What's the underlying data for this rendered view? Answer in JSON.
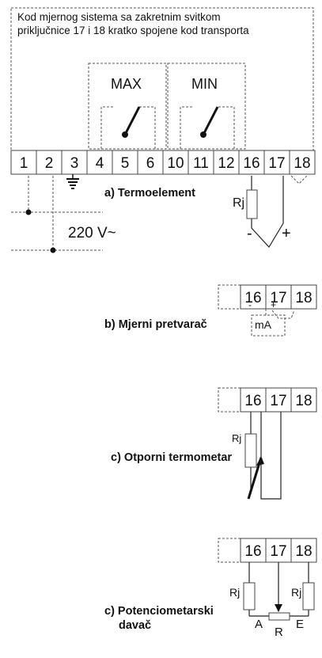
{
  "header": {
    "line1": "Kod mjernog sistema sa zakretnim svitkom",
    "line2": "priključnice 17 i 18 kratko spojene kod transporta"
  },
  "relays": {
    "max": "MAX",
    "min": "MIN"
  },
  "terminals_main": [
    "1",
    "2",
    "3",
    "4",
    "5",
    "6",
    "10",
    "11",
    "12",
    "16",
    "17",
    "18"
  ],
  "supply_label": "220 V~",
  "sections": {
    "a": {
      "caption": "a) Termoelement",
      "resistor": "Rj",
      "minus": "-",
      "plus": "+"
    },
    "b": {
      "caption": "b) Mjerni pretvarač",
      "meter": "mA",
      "minus": "-",
      "plus": "+"
    },
    "c1": {
      "caption": "c) Otporni termometar",
      "resistor": "Rj"
    },
    "c2": {
      "caption_line1": "c) Potenciometarski",
      "caption_line2": "davač",
      "resistor_left": "Rj",
      "resistor_right": "Rj",
      "label_a": "A",
      "label_r": "R",
      "label_e": "E"
    }
  },
  "terminals_small": [
    "16",
    "17",
    "18"
  ]
}
